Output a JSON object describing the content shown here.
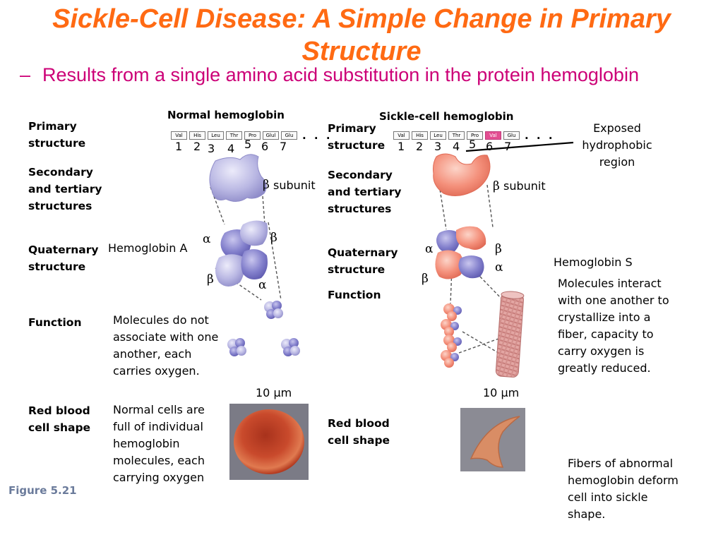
{
  "slide": {
    "title": "Sickle-Cell Disease: A Simple Change in Primary Structure",
    "bullet_dash": "–",
    "bullet": "Results from a single amino acid substitution in the protein hemoglobin",
    "figure_label": "Figure 5.21"
  },
  "normal": {
    "header": "Normal hemoglobin",
    "chain": [
      "Val",
      "His",
      "Leu",
      "Thr",
      "Pro",
      "Glul",
      "Glu"
    ],
    "ellipsis": ". . .",
    "positions": [
      "1",
      "2",
      "3",
      "4",
      "5",
      "6",
      "7"
    ],
    "beta_subunit": "subunit",
    "quaternary_name": "Hemoglobin A",
    "function_text": "Molecules do not associate with one another, each carries oxygen.",
    "scale": "10 µm",
    "rbc_text": "Normal cells are full of individual hemoglobin molecules, each carrying oxygen"
  },
  "sickle": {
    "header": "Sickle-cell hemoglobin",
    "chain": [
      "Val",
      "His",
      "Leu",
      "Thr",
      "Pro",
      "Val",
      "Glu"
    ],
    "ellipsis": ". . .",
    "positions": [
      "1",
      "2",
      "3",
      "4",
      "5",
      "6",
      "7"
    ],
    "beta_subunit": "subunit",
    "exposed_label": "Exposed hydrophobic region",
    "quaternary_name": "Hemoglobin S",
    "function_text": "Molecules interact with one another to crystallize into a fiber, capacity to carry oxygen is greatly reduced.",
    "scale": "10 µm",
    "rbc_text": "Fibers of abnormal hemoglobin deform cell into sickle shape."
  },
  "row_labels": {
    "primary_1": "Primary",
    "primary_2": "structure",
    "secondary_1": "Secondary",
    "secondary_2": "and tertiary",
    "secondary_3": "structures",
    "quaternary_1": "Quaternary",
    "quaternary_2": "structure",
    "function": "Function",
    "rbc_1": "Red blood",
    "rbc_2": "cell shape"
  },
  "greek": {
    "alpha": "α",
    "beta": "β"
  },
  "colors": {
    "title": "#ff6a13",
    "bullet": "#cc0077",
    "normal_protein": "#b9b7e3",
    "sickle_protein": "#f4907b",
    "mutant_residue": "#e34f92",
    "rbc_normal": "#c4452a",
    "rbc_sickle": "#d98d65"
  }
}
